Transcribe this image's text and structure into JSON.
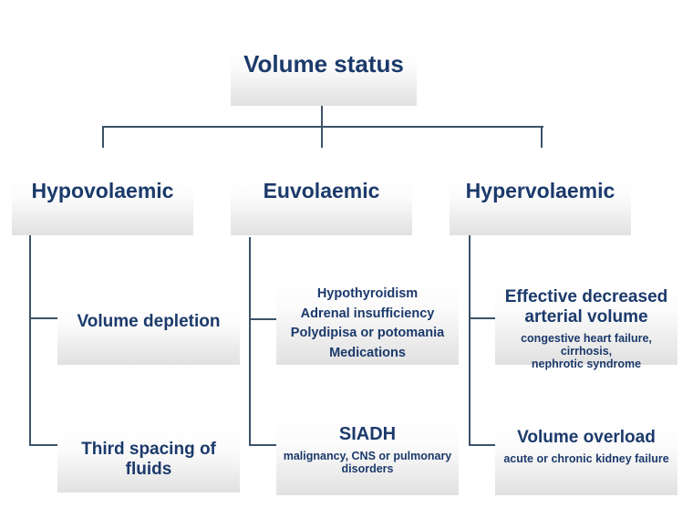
{
  "diagram": {
    "title": "Volume status",
    "branches": [
      {
        "header": "Hypovolaemic",
        "children": [
          {
            "main": [
              "Volume depletion"
            ]
          },
          {
            "main": [
              "Third spacing of fluids"
            ]
          }
        ]
      },
      {
        "header": "Euvolaemic",
        "children": [
          {
            "list": [
              "Hypothyroidism",
              "Adrenal insufficiency",
              "Polydipisa or potomania",
              "Medications"
            ]
          },
          {
            "main": [
              "SIADH"
            ],
            "sub": [
              "malignancy, CNS or pulmonary",
              "disorders"
            ]
          }
        ]
      },
      {
        "header": "Hypervolaemic",
        "children": [
          {
            "main": [
              "Effective decreased",
              "arterial volume"
            ],
            "sub": [
              "congestive heart failure, cirrhosis,",
              "nephrotic syndrome"
            ]
          },
          {
            "main": [
              "Volume overload"
            ],
            "sub": [
              "acute or chronic kidney failure"
            ]
          }
        ]
      }
    ],
    "colors": {
      "text": "#1b3a6b",
      "line": "#3c5268",
      "box_top": "#ffffff",
      "box_bottom": "#e1e1e1"
    }
  }
}
